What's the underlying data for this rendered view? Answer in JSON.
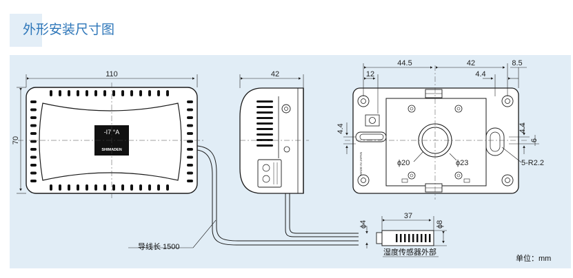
{
  "title": "外形安装尺寸图",
  "unit_note": "单位：mm",
  "device": {
    "display_text": "-I7 °A",
    "brand": "SHIMADEN",
    "made_in": "MADE IN JAPAN"
  },
  "front_view": {
    "width_label": "110",
    "height_label": "70",
    "cable_label": "导线长 1500"
  },
  "side_view": {
    "depth_label": "42"
  },
  "rear_view": {
    "top_dims": [
      "44.5",
      "42",
      "8.5"
    ],
    "dim_12": "12",
    "dim_4_4_top": "4.4",
    "dim_4_4_left": "4.4",
    "dim_4_4_right": "4.4",
    "dim_6": "6",
    "hole_label": "5-R2.2",
    "phi20": "ϕ20",
    "phi23": "ϕ23"
  },
  "sensor": {
    "length_label": "37",
    "phi4": "ϕ4",
    "phi8": "ϕ8",
    "caption": "湿度传感器外部"
  },
  "colors": {
    "title": "#2d76b9",
    "panel": "#e1edf6",
    "line": "#1a1a1a",
    "tab": "#e3eef7"
  }
}
